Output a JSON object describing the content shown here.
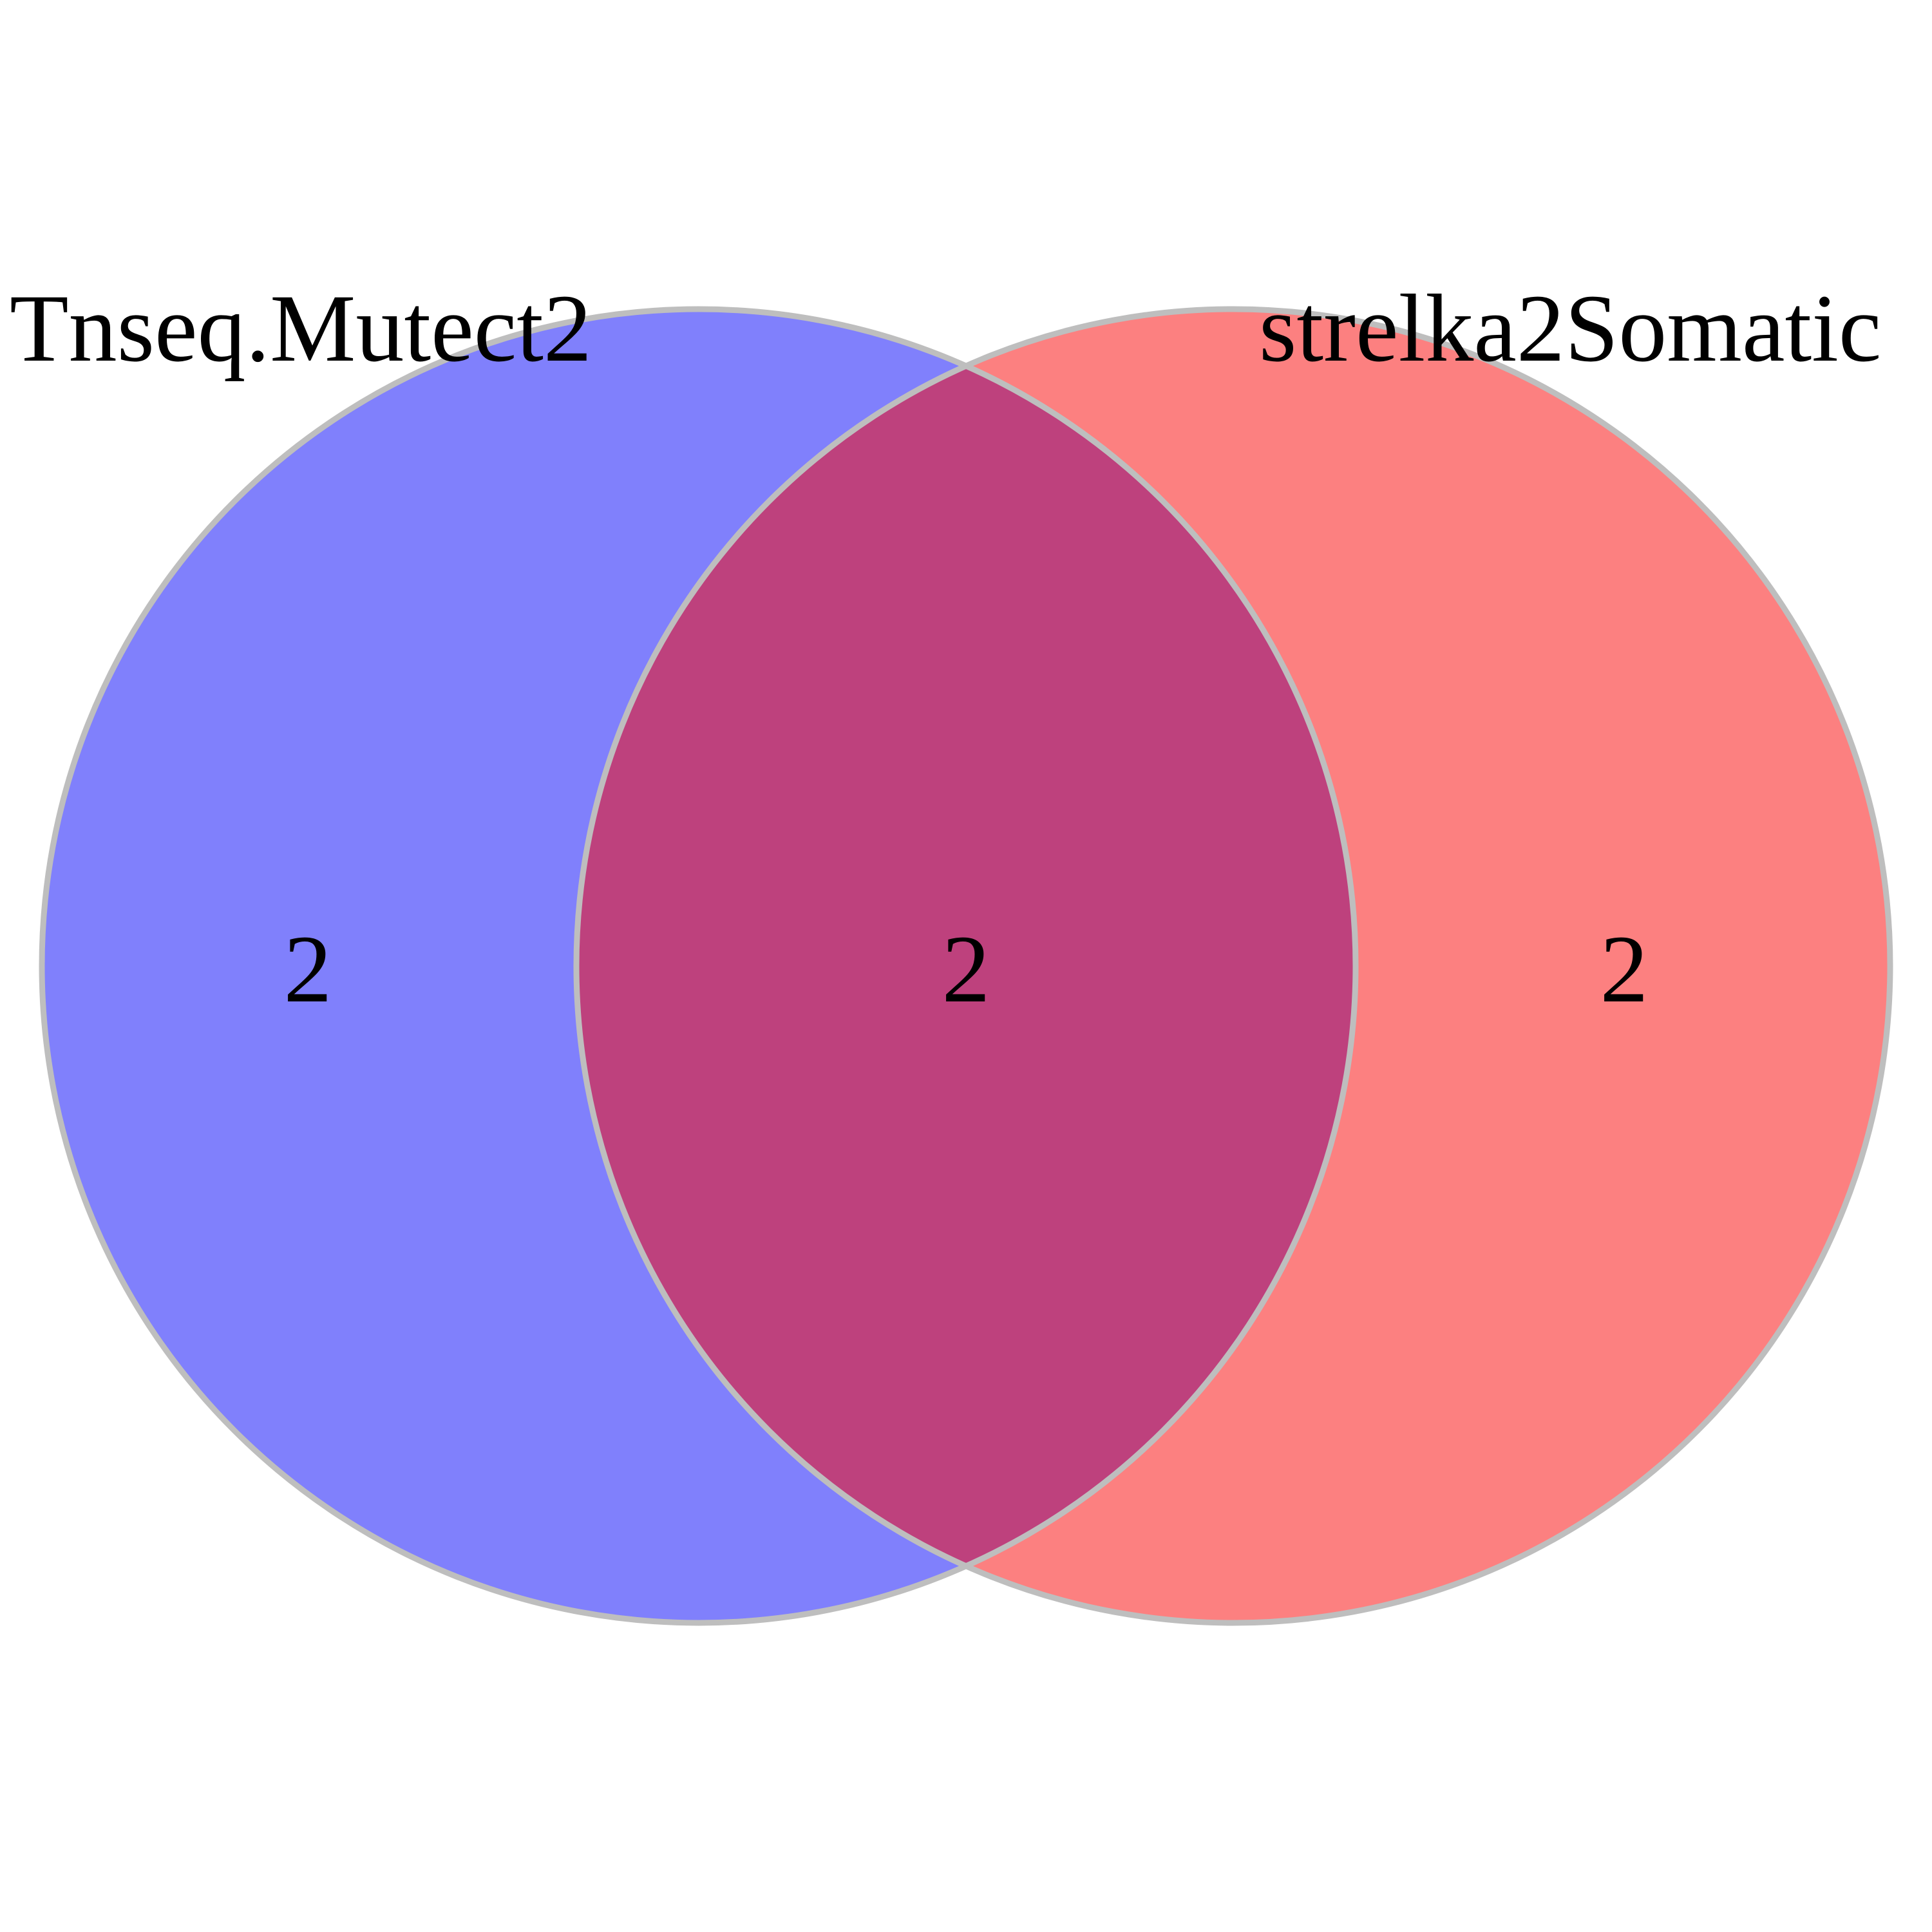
{
  "diagram": {
    "type": "venn",
    "sets": [
      {
        "label": "Tnseq.Mutect2",
        "color": "#8080fc",
        "only_count": "2"
      },
      {
        "label": "strelka2Somatic",
        "color": "#fc8080",
        "only_count": "2"
      }
    ],
    "intersection": {
      "count": "2",
      "color": "#be417d"
    },
    "outline_color": "#bebebe"
  }
}
